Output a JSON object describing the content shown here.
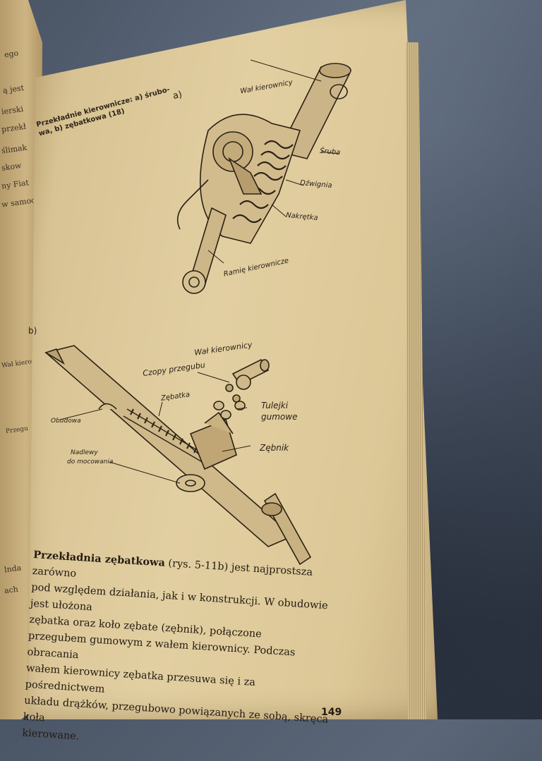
{
  "caption": {
    "line1": "Przekładnie kierownicze: a) śrubo-",
    "line2": "wa, b) zębatkowa (18)"
  },
  "figure_a": {
    "marker": "a)",
    "labels": {
      "shaft": "Wał kierownicy",
      "screw": "Śruba",
      "lever": "Dźwignia",
      "nut": "Nakrętka",
      "arm": "Ramię kierownicze"
    }
  },
  "figure_b": {
    "marker": "b)",
    "labels": {
      "shaft": "Wał kierownicy",
      "pins": "Czopy przegubu",
      "rack": "Zębatka",
      "bushings_1": "Tulejki",
      "bushings_2": "gumowe",
      "pinion": "Zębnik",
      "housing": "Obudowa",
      "bosses_1": "Nadlewy",
      "bosses_2": "do mocowania"
    }
  },
  "left_fragments": [
    "ego",
    "ą jest",
    "ierski",
    "przekł",
    "ślimak",
    "skow",
    "ny Fiat",
    "w samoch",
    "Wał kierowni",
    "Przegu",
    "lnda",
    "ach"
  ],
  "body": {
    "lead": "Przekładnia zębatkowa",
    "line1_rest": "(rys. 5-11b) jest najprostsza zarówno",
    "line2": "pod względem działania, jak i w konstrukcji. W obudowie jest ułożona",
    "line3": "zębatka oraz koło zębate (zębnik), połączone",
    "line4": "przegubem gumowym z wałem kierownicy. Podczas obracania",
    "line5": "wałem kierownicy zębatka przesuwa się i za pośrednictwem",
    "line6": "układu drążków, przegubowo powiązanych ze sobą, skręca koła",
    "line7": "kierowane."
  },
  "page_number": "149"
}
